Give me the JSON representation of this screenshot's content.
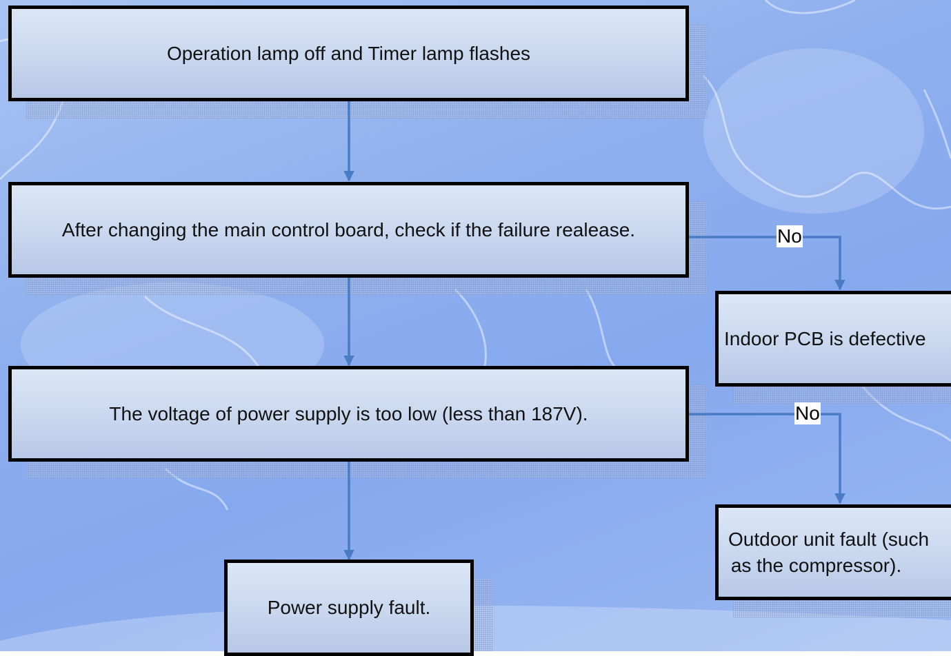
{
  "nodes": {
    "start": "Operation lamp off and Timer lamp flashes",
    "check_board": "After changing the main control board, check if the failure realease.",
    "indoor_pcb": "Indoor PCB is defective",
    "voltage": "The voltage of power supply is too low (less than 187V).",
    "outdoor_fault_line1": "Outdoor unit fault (such",
    "outdoor_fault_line2": "as the compressor).",
    "power_fault": "Power supply fault."
  },
  "edges": {
    "no_label_1": "No",
    "no_label_2": "No"
  },
  "colors": {
    "connector": "#4a7cc6",
    "box_border": "#000000",
    "box_fill": "#c9d7ef"
  }
}
